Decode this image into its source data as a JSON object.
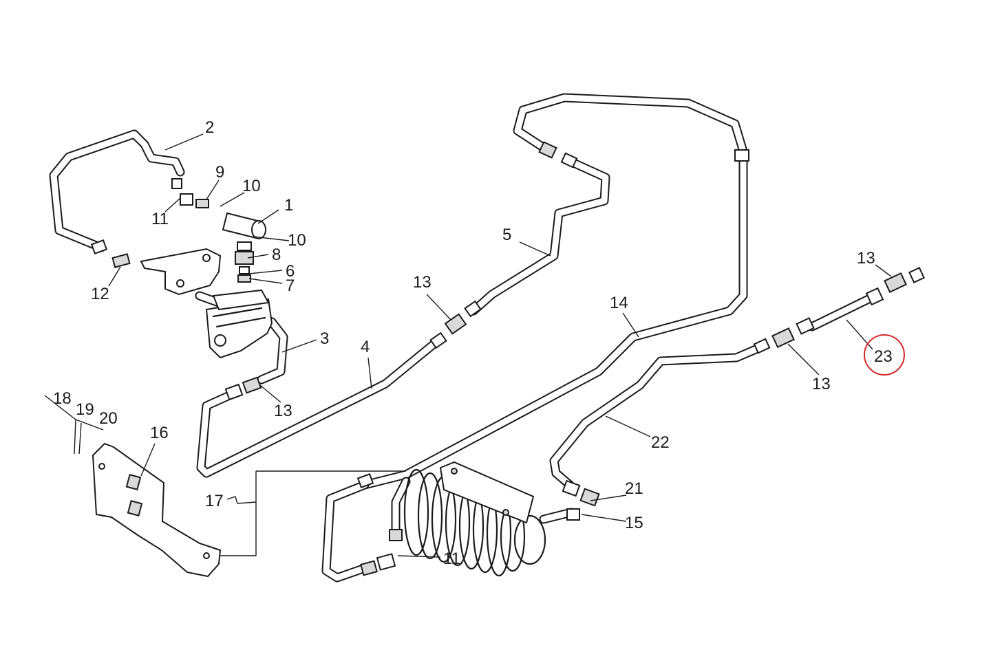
{
  "diagram": {
    "callouts": [
      {
        "id": "c1",
        "text": "1"
      },
      {
        "id": "c2",
        "text": "2"
      },
      {
        "id": "c3",
        "text": "3"
      },
      {
        "id": "c4",
        "text": "4"
      },
      {
        "id": "c5",
        "text": "5"
      },
      {
        "id": "c6",
        "text": "6"
      },
      {
        "id": "c7",
        "text": "7"
      },
      {
        "id": "c8",
        "text": "8"
      },
      {
        "id": "c9",
        "text": "9"
      },
      {
        "id": "c10a",
        "text": "10"
      },
      {
        "id": "c10b",
        "text": "10"
      },
      {
        "id": "c11a",
        "text": "11"
      },
      {
        "id": "c11b",
        "text": "11"
      },
      {
        "id": "c12",
        "text": "12"
      },
      {
        "id": "c13a",
        "text": "13"
      },
      {
        "id": "c13b",
        "text": "13"
      },
      {
        "id": "c13c",
        "text": "13"
      },
      {
        "id": "c13d",
        "text": "13"
      },
      {
        "id": "c14",
        "text": "14"
      },
      {
        "id": "c15",
        "text": "15"
      },
      {
        "id": "c16",
        "text": "16"
      },
      {
        "id": "c17",
        "text": "17"
      },
      {
        "id": "c18",
        "text": "18"
      },
      {
        "id": "c19",
        "text": "19"
      },
      {
        "id": "c20",
        "text": "20"
      },
      {
        "id": "c21",
        "text": "21"
      },
      {
        "id": "c22",
        "text": "22"
      },
      {
        "id": "c23",
        "text": "23"
      }
    ],
    "highlighted_part": "23",
    "highlight_color": "#d42a2a",
    "line_color": "#1a1a1a",
    "background_color": "#ffffff"
  }
}
